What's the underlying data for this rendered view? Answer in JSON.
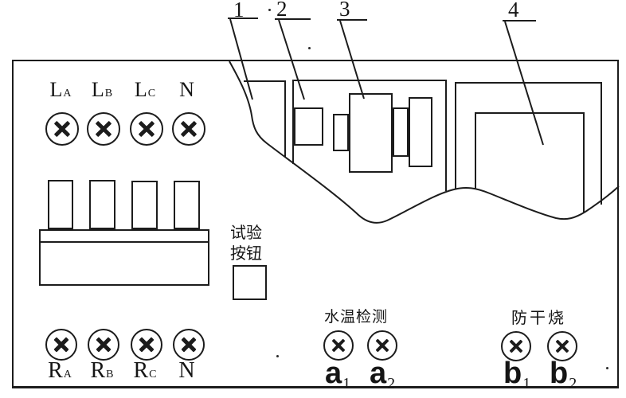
{
  "colors": {
    "line": "#1c1c1c",
    "bg": "#ffffff"
  },
  "callouts": {
    "c1": "1",
    "c2": "2",
    "c3": "3",
    "c4": "4"
  },
  "top_terminals": [
    {
      "base": "L",
      "sub": "A"
    },
    {
      "base": "L",
      "sub": "B"
    },
    {
      "base": "L",
      "sub": "C"
    },
    {
      "base": "N",
      "sub": ""
    }
  ],
  "bottom_terminals": [
    {
      "base": "R",
      "sub": "A"
    },
    {
      "base": "R",
      "sub": "B"
    },
    {
      "base": "R",
      "sub": "C"
    },
    {
      "base": "N",
      "sub": ""
    }
  ],
  "test_button": {
    "label_line1": "试验",
    "label_line2": "按钮"
  },
  "water_temp_section": {
    "title": "水温检测",
    "terminals": [
      {
        "base": "a",
        "sub": "1"
      },
      {
        "base": "a",
        "sub": "2"
      }
    ]
  },
  "dry_burn_section": {
    "title": "防干烧",
    "terminals": [
      {
        "base": "b",
        "sub": "1"
      },
      {
        "base": "b",
        "sub": "2"
      }
    ]
  }
}
